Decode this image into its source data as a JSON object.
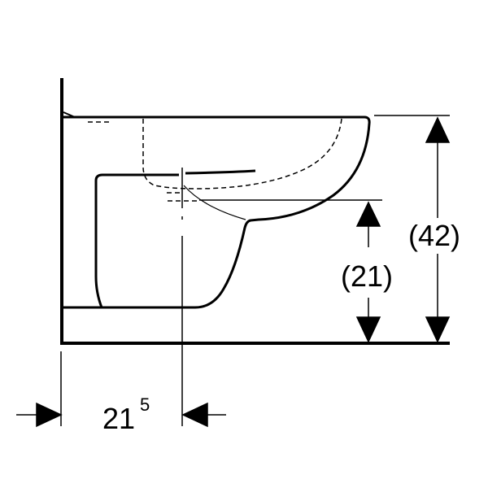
{
  "dimensions": {
    "total_height": "(42)",
    "outlet_height": "(21)",
    "wall_offset_main": "21",
    "wall_offset_superscript": "5"
  },
  "colors": {
    "line": "#000000",
    "background": "#ffffff"
  }
}
